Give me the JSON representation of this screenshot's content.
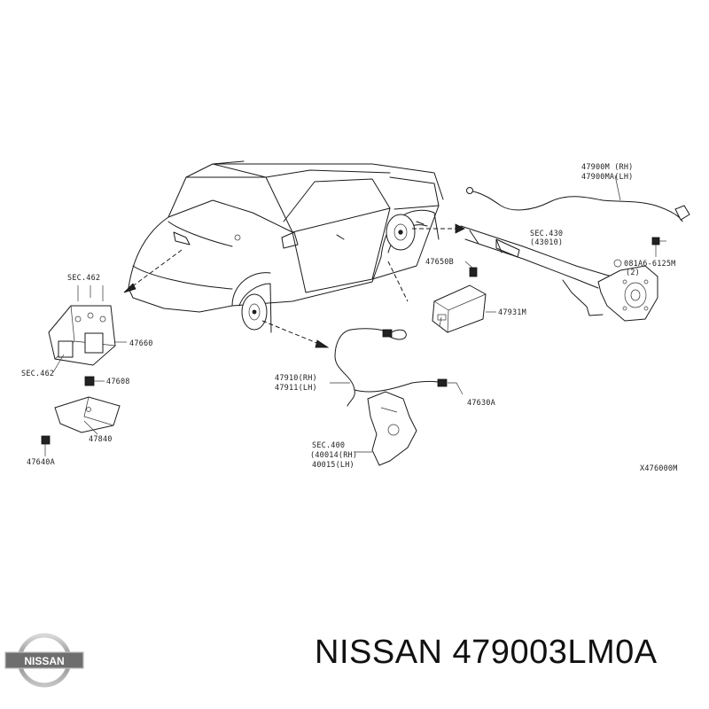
{
  "labels": {
    "sec462_top": "SEC.462",
    "sec462_bottom": "SEC.462",
    "p47660": "47660",
    "p47608": "47608",
    "p47840": "47840",
    "p47640A": "47640A",
    "p47910_rh": "47910(RH)",
    "p47911_lh": "47911(LH)",
    "p47630A": "47630A",
    "sec400": "SEC.400",
    "p40014_rh": "(40014(RH)",
    "p40015_lh": "40015(LH)",
    "p47650B": "47650B",
    "p47931M": "47931M",
    "p47900M_rh": "47900M (RH)",
    "p47900MA_lh": "47900MA(LH)",
    "sec430": "SEC.430",
    "p43010": "(43010)",
    "p081A6": "081A6-6125M",
    "p081A6_qty": "(2)",
    "ref": "X476000M"
  },
  "footer": {
    "brand": "NISSAN",
    "title": "NISSAN 479003LM0A"
  }
}
